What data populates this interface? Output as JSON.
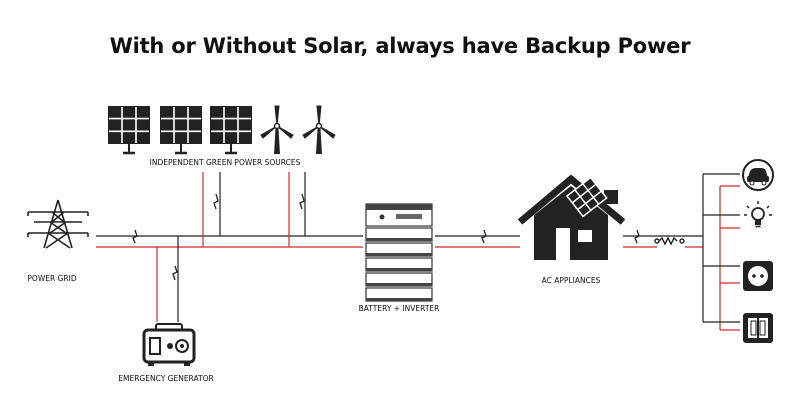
{
  "title": "With or Without Solar, always have Backup Power",
  "labels": {
    "green_sources": "INDEPENDENT GREEN POWER SOURCES",
    "power_grid": "POWER GRID",
    "battery_inverter": "BATTERY + INVERTER",
    "ac_appliances": "AC APPLIANCES",
    "emergency_generator": "EMERGENCY GENERATOR"
  },
  "icons": [
    "solar-panel-icon",
    "wind-turbine-icon",
    "transmission-tower-icon",
    "battery-stack-icon",
    "house-icon",
    "generator-icon",
    "car-icon",
    "light-bulb-icon",
    "power-outlet-icon",
    "light-switch-icon",
    "switch-symbol-icon",
    "resistor-symbol-icon"
  ],
  "colors": {
    "line_black": "#222222",
    "line_red": "#d22a2a"
  }
}
